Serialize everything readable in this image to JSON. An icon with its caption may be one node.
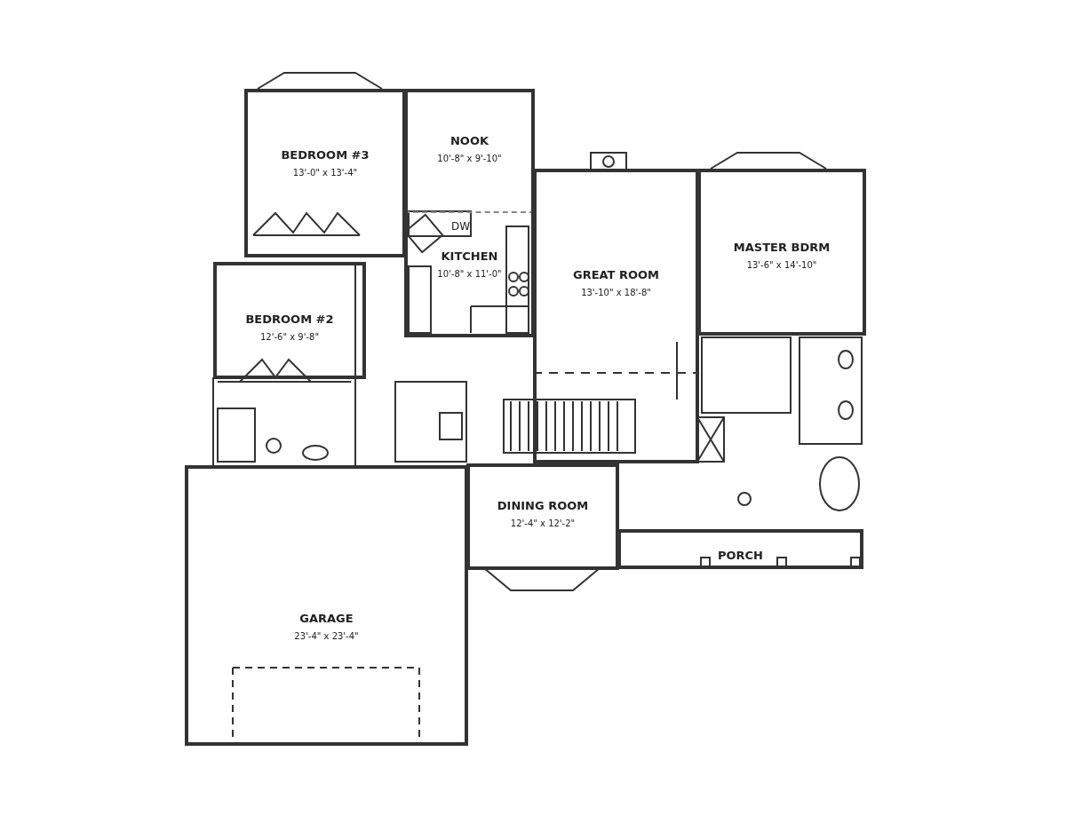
{
  "diagram": {
    "nodes": [
      {
        "text": [
          "BEDROOM #3",
          "13'-0\" x 13'-4\""
        ]
      },
      {
        "text": [
          "NOOK",
          "10'-8\" x 9'-10\""
        ]
      },
      {
        "text": [
          "KITCHEN",
          "10'-8\" x 11'-0\""
        ]
      },
      {
        "text": [
          "GREAT ROOM",
          "13'-10\" x 18'-8\""
        ]
      },
      {
        "text": [
          "MASTER BDRM",
          "13'-6\" x 14'-10\""
        ]
      },
      {
        "text": [
          "BEDROOM #2",
          "12'-6\" x 9'-8\""
        ]
      },
      {
        "text": [
          "DINING ROOM",
          "12'-4\" x 12'-2\""
        ]
      },
      {
        "text": [
          "PORCH"
        ]
      },
      {
        "text": [
          "GARAGE",
          "23'-4\" x 23'-4\""
        ]
      }
    ],
    "labels": [
      "DW"
    ]
  }
}
